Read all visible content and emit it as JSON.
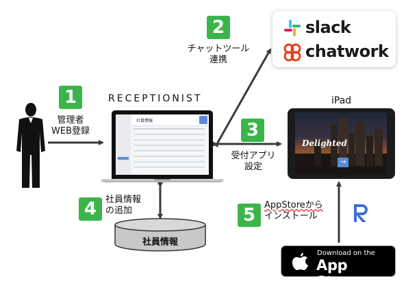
{
  "colors": {
    "step_badge": "#3bb54a",
    "arrow": "#3a3a3a",
    "database": "#c8c8c8"
  },
  "steps": [
    {
      "number": "1",
      "label_lines": [
        "管理者",
        "WEB登録"
      ]
    },
    {
      "number": "2",
      "label_lines": [
        "チャットツール",
        "連携"
      ]
    },
    {
      "number": "3",
      "label_lines": [
        "受付アプリ",
        "設定"
      ]
    },
    {
      "number": "4",
      "label_lines": [
        "社員情報",
        "の追加"
      ]
    },
    {
      "number": "5",
      "label_lines": [
        "AppStoreから",
        "インストール"
      ]
    }
  ],
  "laptop": {
    "title": "RECEPTIONIST",
    "screen_heading": "社員情報"
  },
  "ipad": {
    "title": "iPad",
    "screen_text": "Delighted"
  },
  "integrations": {
    "slack": "slack",
    "chatwork": "chatwork"
  },
  "database": {
    "label": "社員情報"
  },
  "appstore_badge": {
    "small_text": "Download on the",
    "large_text": "App Store"
  },
  "icons": [
    "person-icon",
    "slack-icon",
    "chatwork-icon",
    "apple-icon",
    "receptionist-app-icon"
  ]
}
